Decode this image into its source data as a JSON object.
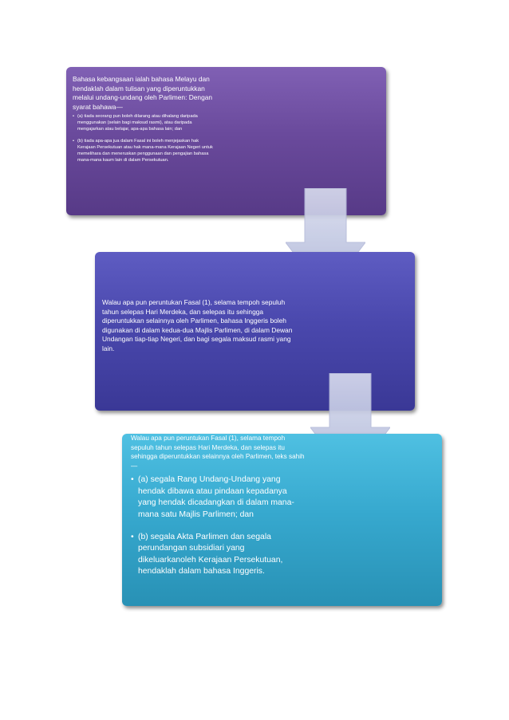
{
  "colors": {
    "box1": "#6a4a9c",
    "box2": "#4a48ad",
    "box3": "#37a9cf",
    "arrow": "#c5cbe6",
    "text": "#ffffff"
  },
  "box1": {
    "text": "Bahasa kebangsaan ialah bahasa Melayu dan hendaklah dalam tulisan yang diperuntukkan melalui undang-undang oleh Parlimen: Dengan syarat bahawa—",
    "bullets": [
      "(a) tiada seorang pun boleh dilarang atau dihalang daripada menggunakan (selain bagi maksud rasmi), atau daripada mengajarkan atau belajar, apa-apa bahasa lain; dan",
      "(b) tiada apa-apa jua dalam Fasal ini boleh menjejaskan hak Kerajaan Persekutuan atau hak mana-mana Kerajaan Negeri untuk memelihara dan meneruskan penggunaan dan pengajian bahasa mana-mana kaum lain di dalam Persekutuan."
    ]
  },
  "box2": {
    "text": "Walau apa pun peruntukan Fasal (1), selama tempoh sepuluh tahun selepas Hari Merdeka, dan selepas itu sehingga diperuntukkan selainnya oleh Parlimen, bahasa Inggeris boleh digunakan di dalam kedua-dua Majlis Parlimen, di dalam Dewan Undangan tiap-tiap Negeri, dan bagi segala maksud rasmi yang lain."
  },
  "box3": {
    "text": "Walau apa pun peruntukan Fasal (1), selama tempoh sepuluh tahun selepas Hari Merdeka, dan selepas itu sehingga diperuntukkan selainnya oleh Parlimen, teks sahih—",
    "bullets": [
      "(a) segala Rang Undang-Undang yang hendak dibawa atau pindaan kepadanya yang hendak dicadangkan di dalam mana-mana satu Majlis Parlimen; dan",
      "(b) segala Akta Parlimen dan segala perundangan subsidiari yang dikeluarkanoleh Kerajaan Persekutuan, hendaklah dalam bahasa Inggeris."
    ]
  }
}
